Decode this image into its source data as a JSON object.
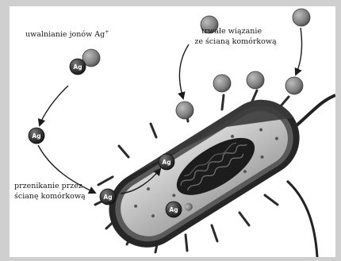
{
  "labels": {
    "release_main": "uwalnianie jonów Ag",
    "release_sup": "+",
    "binding_line1": "trwałe wiązanie",
    "binding_line2": "ze ścianą komórkową",
    "penetration_line1": "przenikanie przez",
    "penetration_line2": "ścianę komórkową"
  },
  "ion_label": "Ag",
  "colors": {
    "background": "#cfcfcf",
    "panel": "#ffffff",
    "ion_fill": "#3d3d3d",
    "particle_fill": "#8a8a8a",
    "cell_outer": "#262626",
    "cell_inner": "#bdbdbd",
    "nucleoid": "#1c1c1c",
    "arrow": "#1a1a1a"
  }
}
